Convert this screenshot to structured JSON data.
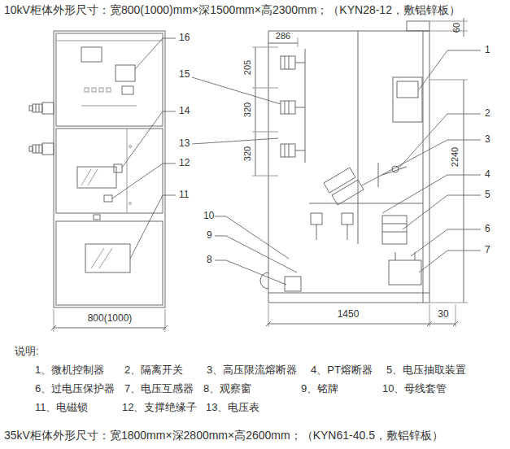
{
  "diagram": {
    "title": "10kV柜体外形尺寸：宽800(1000)mm×深1500mm×高2300mm；（KYN28-12，敷铝锌板）",
    "caption": "35kV柜体外形尺寸：宽1800mm×深2800mm×高2600mm；（KYN61-40.5，敷铝锌板）",
    "labels": [
      "16",
      "15",
      "14",
      "13",
      "12",
      "11",
      "10",
      "9",
      "8",
      "286",
      "205",
      "320",
      "320",
      "60",
      "1",
      "2",
      "3",
      "4",
      "5",
      "6",
      "7",
      "2240",
      "800(1000)",
      "1450",
      "30",
      "说明:",
      "1、微机控制器",
      "2、隔离开关",
      "3、高压限流熔断器",
      "4、PT熔断器",
      "5、电压抽取装置",
      "6、过电压保护器",
      "7、电压互感器",
      "8、观察窗",
      "9、铭牌",
      "10、母线套管",
      "11、电磁锁",
      "12、支撑绝缘子",
      "13、电压表"
    ]
  }
}
